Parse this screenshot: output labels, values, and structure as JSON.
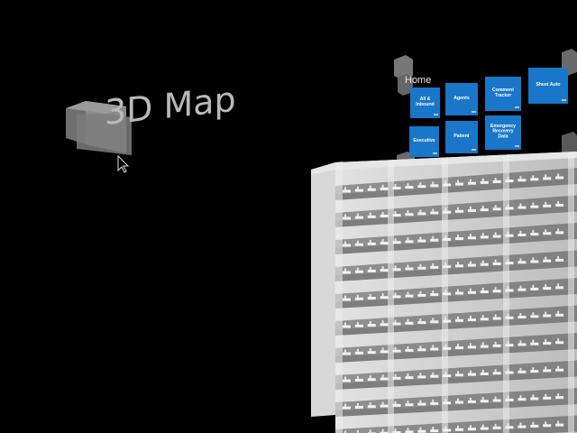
{
  "scene": {
    "title": "3D Map"
  },
  "panel": {
    "label": "Home",
    "tiles": [
      {
        "label": "All & Inbound",
        "accent": "#1976c8"
      },
      {
        "label": "Agents",
        "accent": "#1976c8"
      },
      {
        "label": "Comment Tracker",
        "accent": "#1976c8"
      },
      {
        "label": "Sheet Auto",
        "accent": "#1976c8"
      },
      {
        "label": "Executive",
        "accent": "#1976c8"
      },
      {
        "label": "Patient",
        "accent": "#1976c8"
      },
      {
        "label": "Emergency Recovery Data",
        "accent": "#1976c8"
      }
    ]
  },
  "colors": {
    "background": "#000000",
    "building_face": "#cfcfcf",
    "floor_slab": "#8a8a8a",
    "tile": "#1976c8"
  }
}
